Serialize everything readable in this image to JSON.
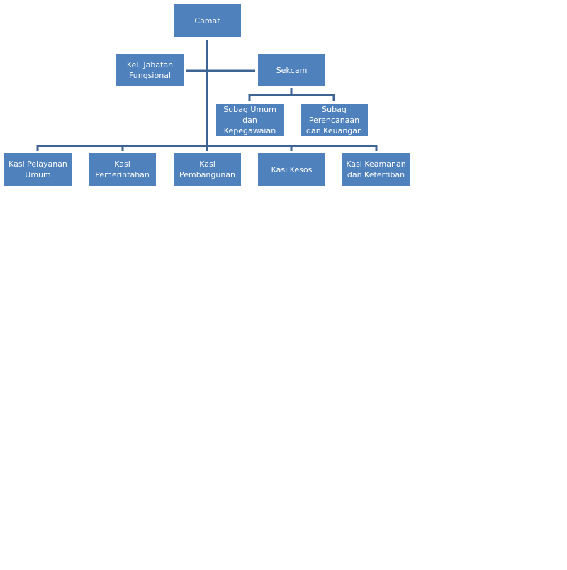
{
  "colors": {
    "box_fill": "#4f81bd",
    "connector": "#3d6494",
    "text": "#ffffff"
  },
  "nodes": {
    "camat": "Camat",
    "kel_jabatan": "Kel. Jabatan Fungsional",
    "sekcam": "Sekcam",
    "subag_umum": "Subag Umum  dan Kepegawaian",
    "subag_perencanaan": "Subag Perencanaan dan Keuangan",
    "kasi_pelayanan": "Kasi Pelayanan Umum",
    "kasi_pemerintahan": "Kasi Pemerintahan",
    "kasi_pembangunan": "Kasi Pembangunan",
    "kasi_kesos": "Kasi Kesos",
    "kasi_keamanan": "Kasi Keamanan dan Ketertiban"
  }
}
